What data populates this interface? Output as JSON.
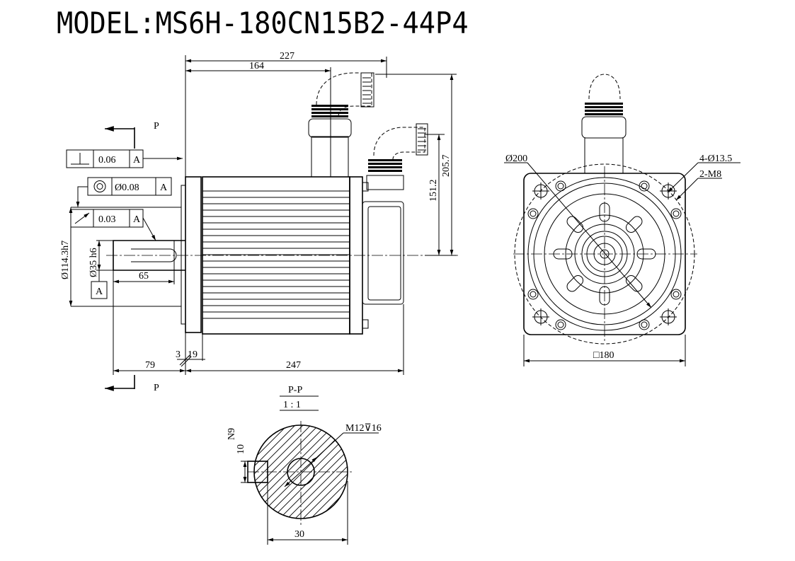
{
  "title": "MODEL:MS6H-180CN15B2-44P4",
  "side_view": {
    "dims": {
      "len_227": "227",
      "len_164": "164",
      "height_205_7": "205.7",
      "height_151_2": "151.2",
      "shaft_65": "65",
      "offset_79": "79",
      "body_247": "247",
      "flange_3": "3",
      "flange_19": "19",
      "pilot_dia": "Ø114.3h7",
      "shaft_dia": "Ø35 h6"
    },
    "section_marker_top": "P",
    "section_marker_bottom": "P",
    "tolerance_frames": [
      {
        "symbol": "perpendicularity",
        "value": "0.06",
        "datum": "A"
      },
      {
        "symbol": "concentricity",
        "value": "Ø0.08",
        "datum": "A"
      },
      {
        "symbol": "runout",
        "value": "0.03",
        "datum": "A"
      }
    ],
    "datum_label": "A"
  },
  "front_view": {
    "pcd": "Ø200",
    "holes": "4-Ø13.5",
    "threads": "2-M8",
    "square": "□180"
  },
  "section_view": {
    "name": "P-P",
    "scale": "1 : 1",
    "key_n9": "N9",
    "key_10": "10",
    "thread": "M12",
    "thread_depth": "16",
    "width_30": "30"
  }
}
